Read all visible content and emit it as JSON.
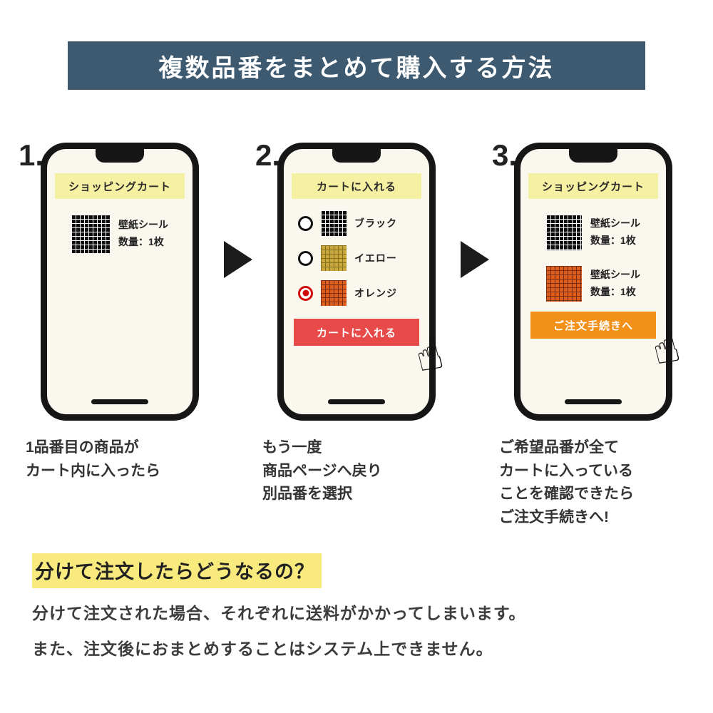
{
  "header": {
    "title": "複数品番をまとめて購入する方法",
    "bg_color": "#3d5a70"
  },
  "steps": [
    {
      "number": "1.",
      "phone": {
        "title": "ショッピングカート",
        "products": [
          {
            "swatch": "black-grid",
            "name": "壁紙シール",
            "qty": "数量：1枚"
          }
        ]
      },
      "caption": "1品番目の商品が\nカート内に入ったら"
    },
    {
      "number": "2.",
      "phone": {
        "title": "カートに入れる",
        "options": [
          {
            "swatch": "black-grid",
            "label": "ブラック",
            "selected": false
          },
          {
            "swatch": "yellow-grid",
            "label": "イエロー",
            "selected": false
          },
          {
            "swatch": "orange-grid",
            "label": "オレンジ",
            "selected": true
          }
        ],
        "button": {
          "label": "カートに入れる",
          "color": "#e84a4a"
        }
      },
      "caption": "もう一度\n商品ページへ戻り\n別品番を選択"
    },
    {
      "number": "3.",
      "phone": {
        "title": "ショッピングカート",
        "products": [
          {
            "swatch": "black-grid",
            "name": "壁紙シール",
            "qty": "数量：1枚"
          },
          {
            "swatch": "orange-grid",
            "name": "壁紙シール",
            "qty": "数量：1枚"
          }
        ],
        "button": {
          "label": "ご注文手続きへ",
          "color": "#f29018"
        }
      },
      "caption": "ご希望品番が全て\nカートに入っている\nことを確認できたら\nご注文手続きへ!"
    }
  ],
  "footer": {
    "heading": "分けて注文したらどうなるの？",
    "highlight_color": "#f8ea7d",
    "lines": [
      "分けて注文された場合、それぞれに送料がかかってしまいます。",
      "また、注文後におまとめすることはシステム上できません。"
    ]
  },
  "icons": {
    "hand_cursor": "☝",
    "arrow_right": "right-triangle"
  }
}
